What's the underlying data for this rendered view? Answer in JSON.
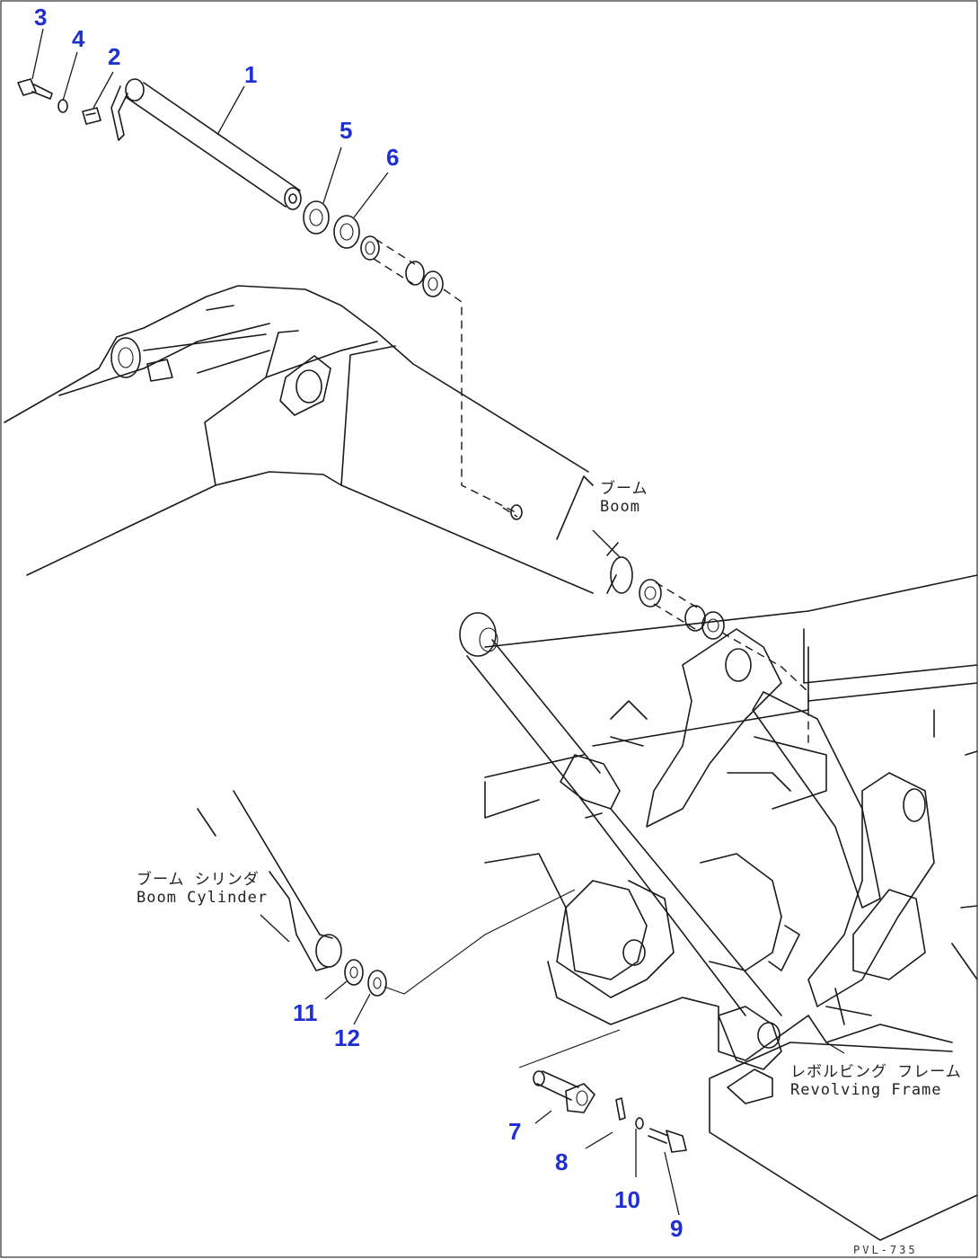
{
  "diagram": {
    "part_numbers": [
      "1",
      "2",
      "3",
      "4",
      "5",
      "6",
      "7",
      "8",
      "9",
      "10",
      "11",
      "12"
    ],
    "labels": {
      "boom_jp": "ブーム",
      "boom_en": "Boom",
      "boom_cylinder_jp": "ブーム シリンダ",
      "boom_cylinder_en": "Boom Cylinder",
      "revolving_frame_jp": "レボルビング フレーム",
      "revolving_frame_en": "Revolving Frame"
    },
    "drawing_code": "PVL-735"
  }
}
